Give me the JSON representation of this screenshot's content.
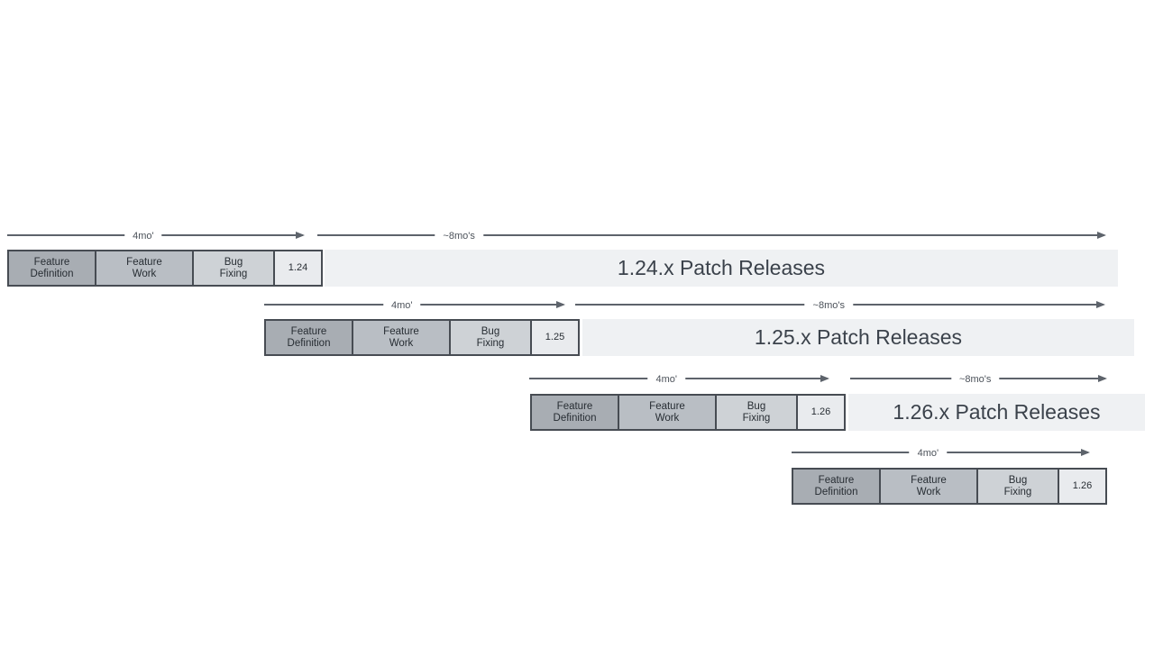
{
  "diagram": {
    "description": "Release cadence timeline diagram",
    "rows": [
      {
        "version": "1.24",
        "phases": [
          [
            "Feature",
            "Definition"
          ],
          [
            "Feature",
            "Work"
          ],
          [
            "Bug",
            "Fixing"
          ]
        ],
        "dev_arrow_label": "4mo'",
        "patch_arrow_label": "~8mo's",
        "patch_bar_label": "1.24.x Patch Releases"
      },
      {
        "version": "1.25",
        "phases": [
          [
            "Feature",
            "Definition"
          ],
          [
            "Feature",
            "Work"
          ],
          [
            "Bug",
            "Fixing"
          ]
        ],
        "dev_arrow_label": "4mo'",
        "patch_arrow_label": "~8mo's",
        "patch_bar_label": "1.25.x Patch Releases"
      },
      {
        "version": "1.26",
        "phases": [
          [
            "Feature",
            "Definition"
          ],
          [
            "Feature",
            "Work"
          ],
          [
            "Bug",
            "Fixing"
          ]
        ],
        "dev_arrow_label": "4mo'",
        "patch_arrow_label": "~8mo's",
        "patch_bar_label": "1.26.x Patch Releases"
      },
      {
        "version": "1.26",
        "phases": [
          [
            "Feature",
            "Definition"
          ],
          [
            "Feature",
            "Work"
          ],
          [
            "Bug",
            "Fixing"
          ]
        ],
        "dev_arrow_label": "4mo'"
      }
    ],
    "colors": {
      "feature_definition_fill": "#a8adb3",
      "feature_work_fill": "#b9bec4",
      "bug_fixing_fill": "#ced2d6",
      "version_box_fill": "#e9ebee",
      "patch_bar_fill": "#eff1f3",
      "box_border": "#474c53",
      "arrow": "#5d636b",
      "background": "#ffffff"
    }
  }
}
